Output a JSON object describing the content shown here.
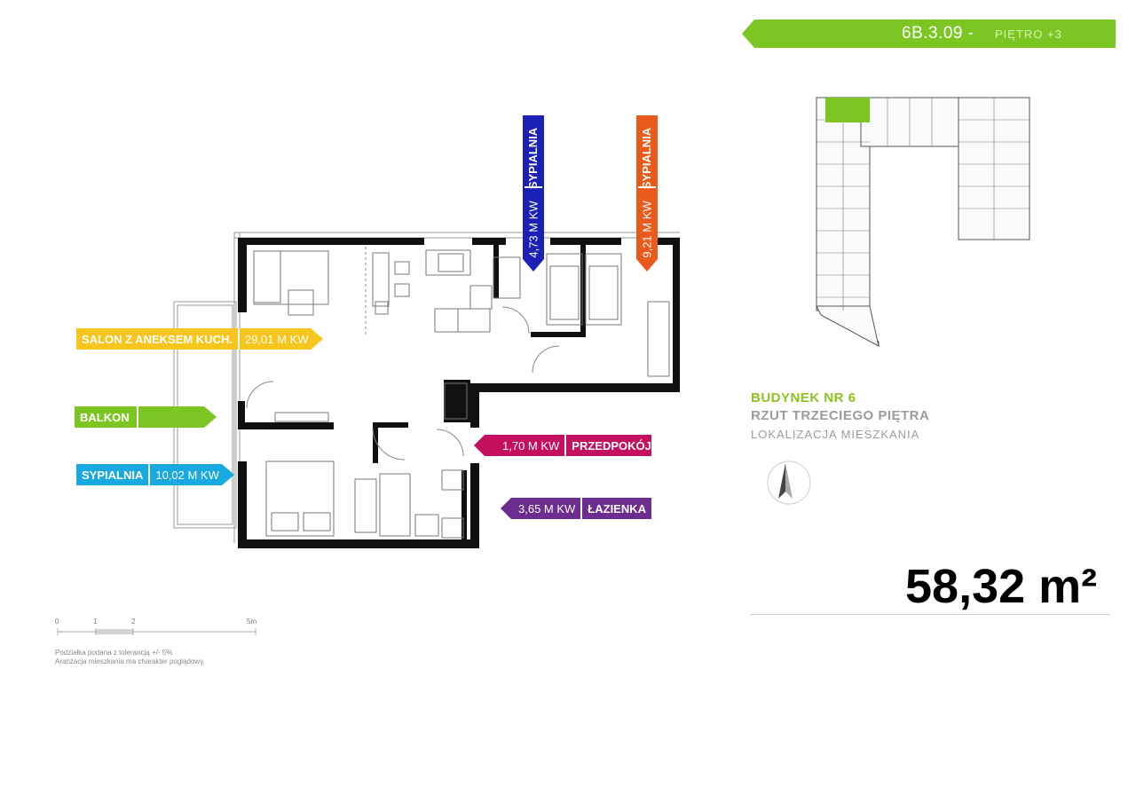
{
  "header": {
    "unit_code": "6B.3.09 -",
    "floor": "PIĘTRO +3",
    "color": "#7bc623"
  },
  "rooms": {
    "salon": {
      "name": "SALON Z ANEKSEM KUCH.",
      "area": "29,01 M KW",
      "color": "#f7c51b"
    },
    "balkon": {
      "name": "BALKON",
      "color": "#7bc623"
    },
    "sypialnia_1": {
      "name": "SYPIALNIA",
      "area": "10,02 M KW",
      "color": "#19a9e1"
    },
    "sypialnia_2": {
      "name": "SYPIALNIA",
      "area": "4,73 M KW",
      "color": "#1b21b7"
    },
    "sypialnia_3": {
      "name": "SYPIALNIA",
      "area": "9,21 M KW",
      "color": "#ea5a1a"
    },
    "przedpokoj": {
      "name": "PRZEDPOKÓJ",
      "area": "1,70 M KW",
      "color": "#c4105e"
    },
    "lazienka": {
      "name": "ŁAZIENKA",
      "area": "3,65 M KW",
      "color": "#6d2c8f"
    }
  },
  "info": {
    "building": "BUDYNEK NR 6",
    "plan": "RZUT TRZECIEGO PIĘTRA",
    "location": "LOKALIZACJA MIESZKANIA",
    "total_area": "58,32 m²"
  },
  "scale": {
    "ticks": [
      "0",
      "1",
      "2",
      "5m"
    ]
  },
  "notes": {
    "line1": "Podziałka podana z tolerancją +/- 5%",
    "line2": "Aranżacja mieszkania ma charakter poglądowy."
  }
}
